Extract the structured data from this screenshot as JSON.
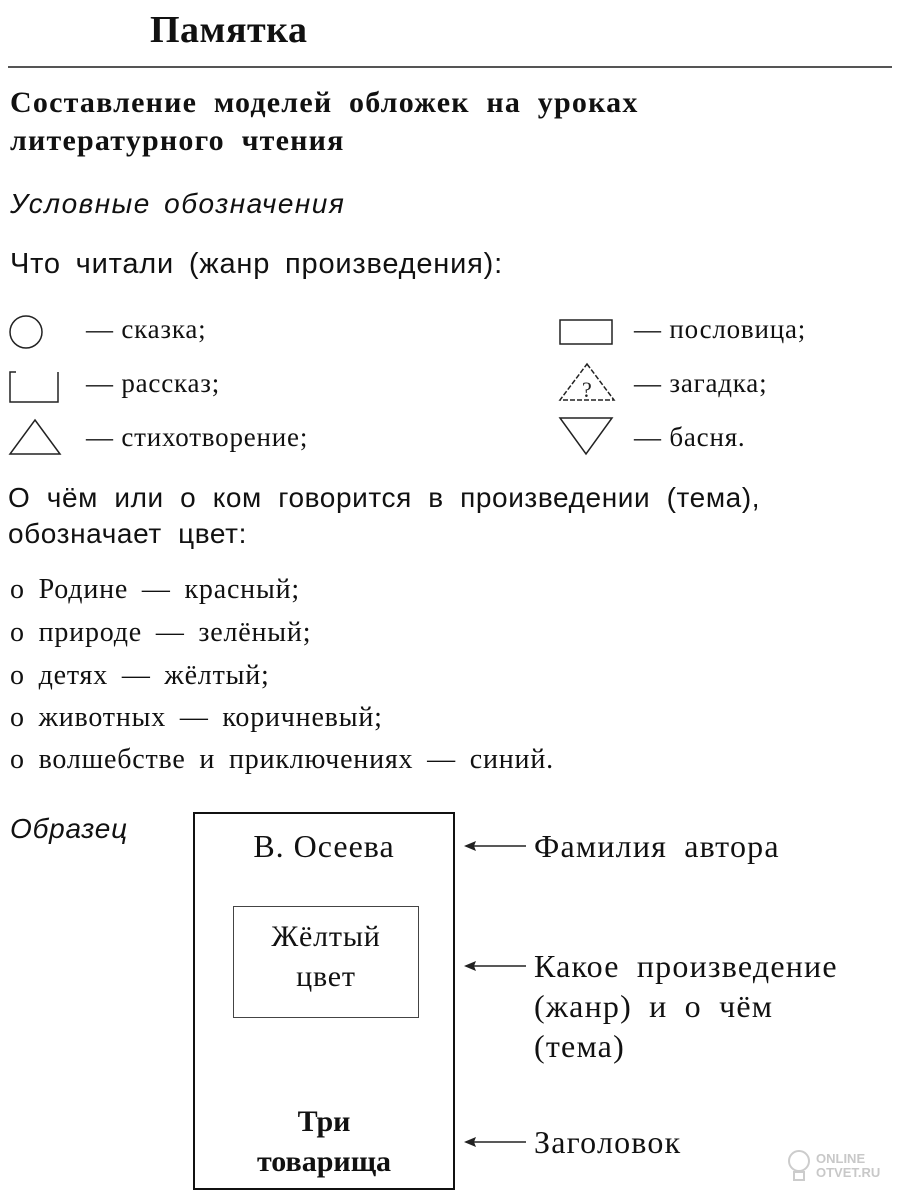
{
  "title": "Памятка",
  "heading": {
    "line1": "Составление моделей обложек на уроках",
    "line2": "литературного чтения"
  },
  "legend_heading": "Условные обозначения",
  "genre_question": "Что читали (жанр произведения):",
  "genres_left": [
    {
      "icon": "circle-icon",
      "label": "— сказка;"
    },
    {
      "icon": "open-rectangle-icon",
      "label": "— рассказ;"
    },
    {
      "icon": "triangle-icon",
      "label": "— стихотворение;"
    }
  ],
  "genres_right": [
    {
      "icon": "rectangle-icon",
      "label": "— пословица;"
    },
    {
      "icon": "triangle-question-icon",
      "label": "— загадка;",
      "glyph": "?"
    },
    {
      "icon": "inverted-triangle-icon",
      "label": "— басня."
    }
  ],
  "theme_question": {
    "line1": "О чём или о ком говорится в произведении (тема),",
    "line2": "обозначает цвет:"
  },
  "themes": [
    "о Родине — красный;",
    "о природе — зелёный;",
    "о детях — жёлтый;",
    "о животных — коричневый;",
    "о волшебстве и приключениях — синий."
  ],
  "sample": {
    "label": "Образец",
    "author": "В. Осеева",
    "color_line1": "Жёлтый",
    "color_line2": "цвет",
    "book_title_line1": "Три",
    "book_title_line2": "товарища"
  },
  "annotations": {
    "author": "Фамилия автора",
    "genre_line1": "Какое произведение",
    "genre_line2": "(жанр) и о чём",
    "genre_line3": "(тема)",
    "title": "Заголовок"
  },
  "watermark": {
    "line1": "ONLINE",
    "line2": "OTVET.RU"
  }
}
